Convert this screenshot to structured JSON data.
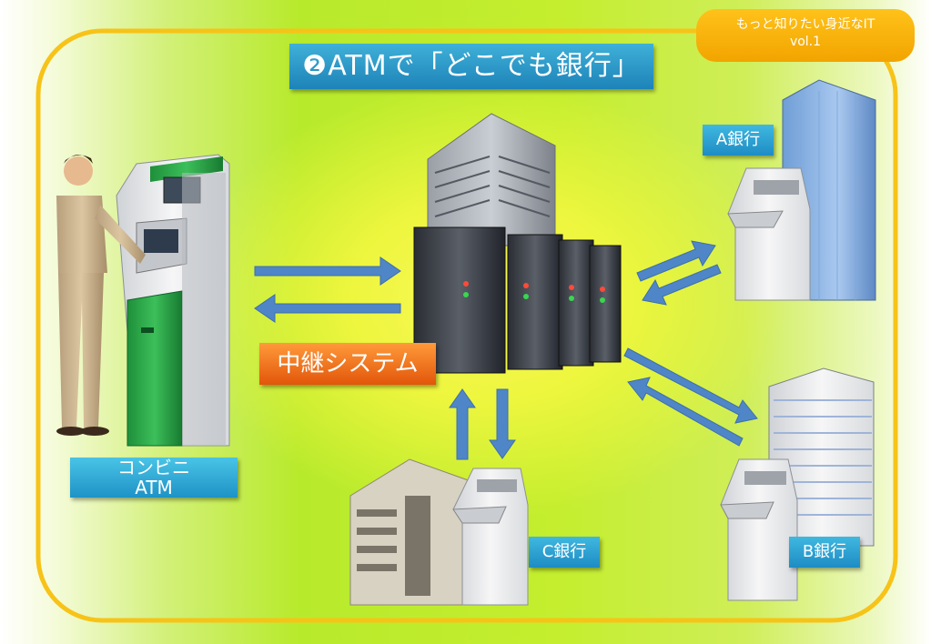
{
  "title": "❷ATMで「どこでも銀行」",
  "series_badge": {
    "line1": "もっと知りたい身近なIT",
    "line2": "vol.1"
  },
  "relay_system_label": "中継システム",
  "konbini_atm_label": {
    "line1": "コンビニ",
    "line2": "ATM"
  },
  "banks": {
    "a": "A銀行",
    "b": "B銀行",
    "c": "C銀行"
  },
  "colors": {
    "frame": "#f7c318",
    "arrow": "#4f86c7",
    "title_bg": "#2a9acb",
    "relay_bg": "#f07820",
    "badge_bg": "#f8b40c"
  }
}
